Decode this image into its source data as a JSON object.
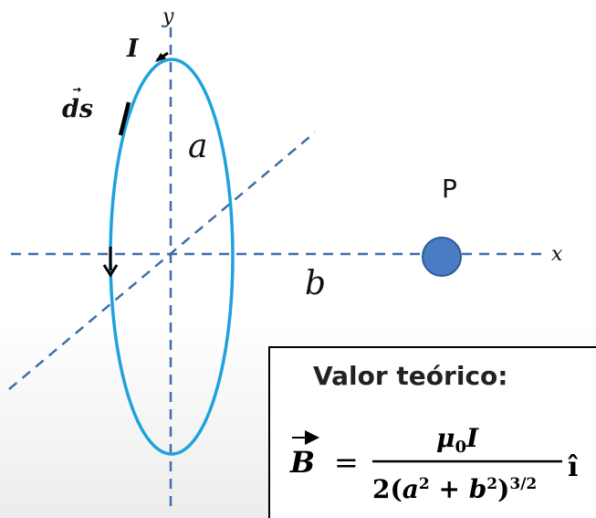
{
  "axes": {
    "x_label": "x",
    "y_label": "y"
  },
  "loop": {
    "current_label": "I",
    "element_label": "ds",
    "radius_label": "a"
  },
  "point": {
    "label": "P",
    "distance_label": "b"
  },
  "colors": {
    "loop": "#1ea2dc",
    "axis": "#3f6ea8",
    "point_fill": "#4a7cc4",
    "point_stroke": "#2e5a98"
  },
  "formula": {
    "title": "Valor teórico:",
    "lhs": "B",
    "numerator": "μ0I",
    "denominator": "2(a2 + b2)3/2",
    "unit_vector": "î"
  }
}
